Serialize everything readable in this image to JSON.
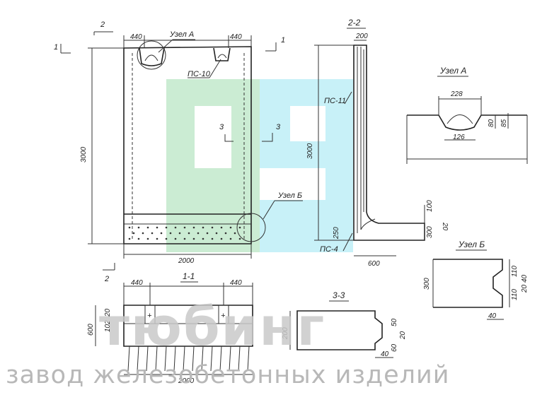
{
  "drawing": {
    "front_view": {
      "dims": {
        "width": "2000",
        "height": "3000",
        "slot_left": "440",
        "slot_right": "440"
      },
      "labels": {
        "node_a": "Узел А",
        "node_b": "Узел Б",
        "ps10": "ПС-10"
      },
      "section_marks": {
        "s1": "1",
        "s2": "2",
        "s3": "3"
      }
    },
    "section_2_2": {
      "title": "2-2",
      "dims": {
        "top": "200",
        "height": "3000",
        "bottom": "600",
        "d300": "300",
        "d250": "250",
        "d100": "100",
        "d20": "20"
      },
      "labels": {
        "ps11": "ПС-11",
        "ps4": "ПС-4"
      }
    },
    "node_a": {
      "title": "Узел А",
      "dims": {
        "top": "228",
        "bottom": "126",
        "h80": "80",
        "h85": "85"
      }
    },
    "node_b": {
      "title": "Узел Б",
      "dims": {
        "h300": "300",
        "d40": "40",
        "d20": "20",
        "d110": "110",
        "d110b": "110"
      }
    },
    "section_1_1": {
      "title": "1-1",
      "dims": {
        "width": "2000",
        "slot_left": "440",
        "slot_right": "440",
        "h600": "600",
        "d102": "102",
        "d20": "20"
      }
    },
    "section_3_3": {
      "title": "3-3",
      "dims": {
        "h200": "200",
        "d50": "50",
        "d60": "60",
        "d40": "40",
        "d20": "20"
      }
    }
  },
  "watermark": {
    "brand": "тюбинг",
    "tagline": "завод железобетонных изделий",
    "colors": {
      "green": "#b9e6c4",
      "cyan": "#b6ecf5",
      "gray": "#c9c9c9"
    }
  }
}
